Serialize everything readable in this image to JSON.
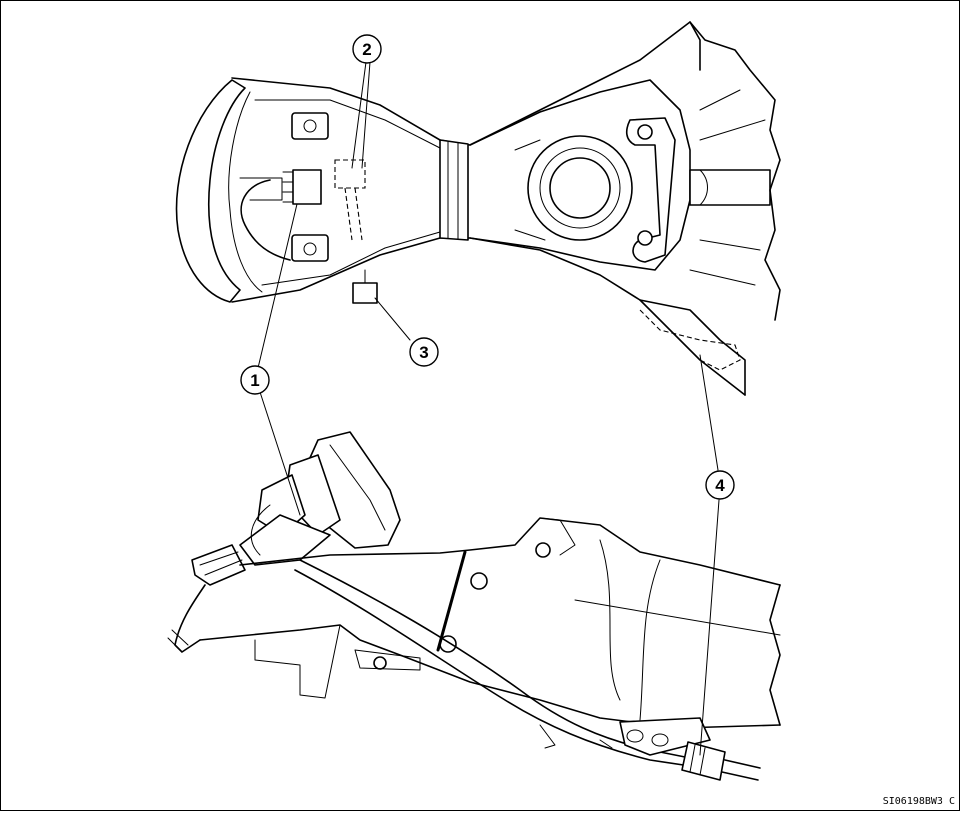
{
  "callouts": [
    {
      "id": "1",
      "label": "1"
    },
    {
      "id": "2",
      "label": "2"
    },
    {
      "id": "3",
      "label": "3"
    },
    {
      "id": "4",
      "label": "4"
    }
  ],
  "figure_code": "SI06198BW3 C"
}
